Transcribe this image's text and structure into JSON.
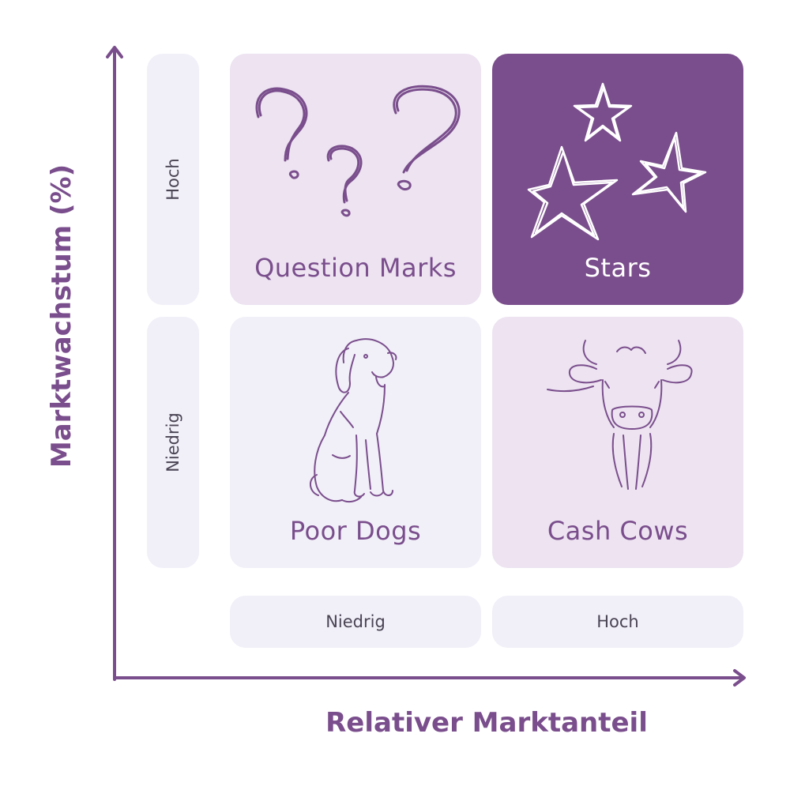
{
  "axes": {
    "y_title": "Marktwachstum (%)",
    "x_title": "Relativer Marktanteil",
    "y_levels": [
      "Hoch",
      "Niedrig"
    ],
    "x_levels": [
      "Niedrig",
      "Hoch"
    ]
  },
  "quadrants": {
    "question_marks": "Question Marks",
    "stars": "Stars",
    "poor_dogs": "Poor Dogs",
    "cash_cows": "Cash Cows"
  },
  "colors": {
    "accent": "#7a4e8c",
    "light_purple": "#ede3f1",
    "lighter_lavender": "#f1eff8",
    "label_gray": "#4a4453"
  },
  "icons": {
    "question_marks": "question-marks-icon",
    "stars": "stars-icon",
    "poor_dogs": "dog-icon",
    "cash_cows": "cow-icon"
  }
}
